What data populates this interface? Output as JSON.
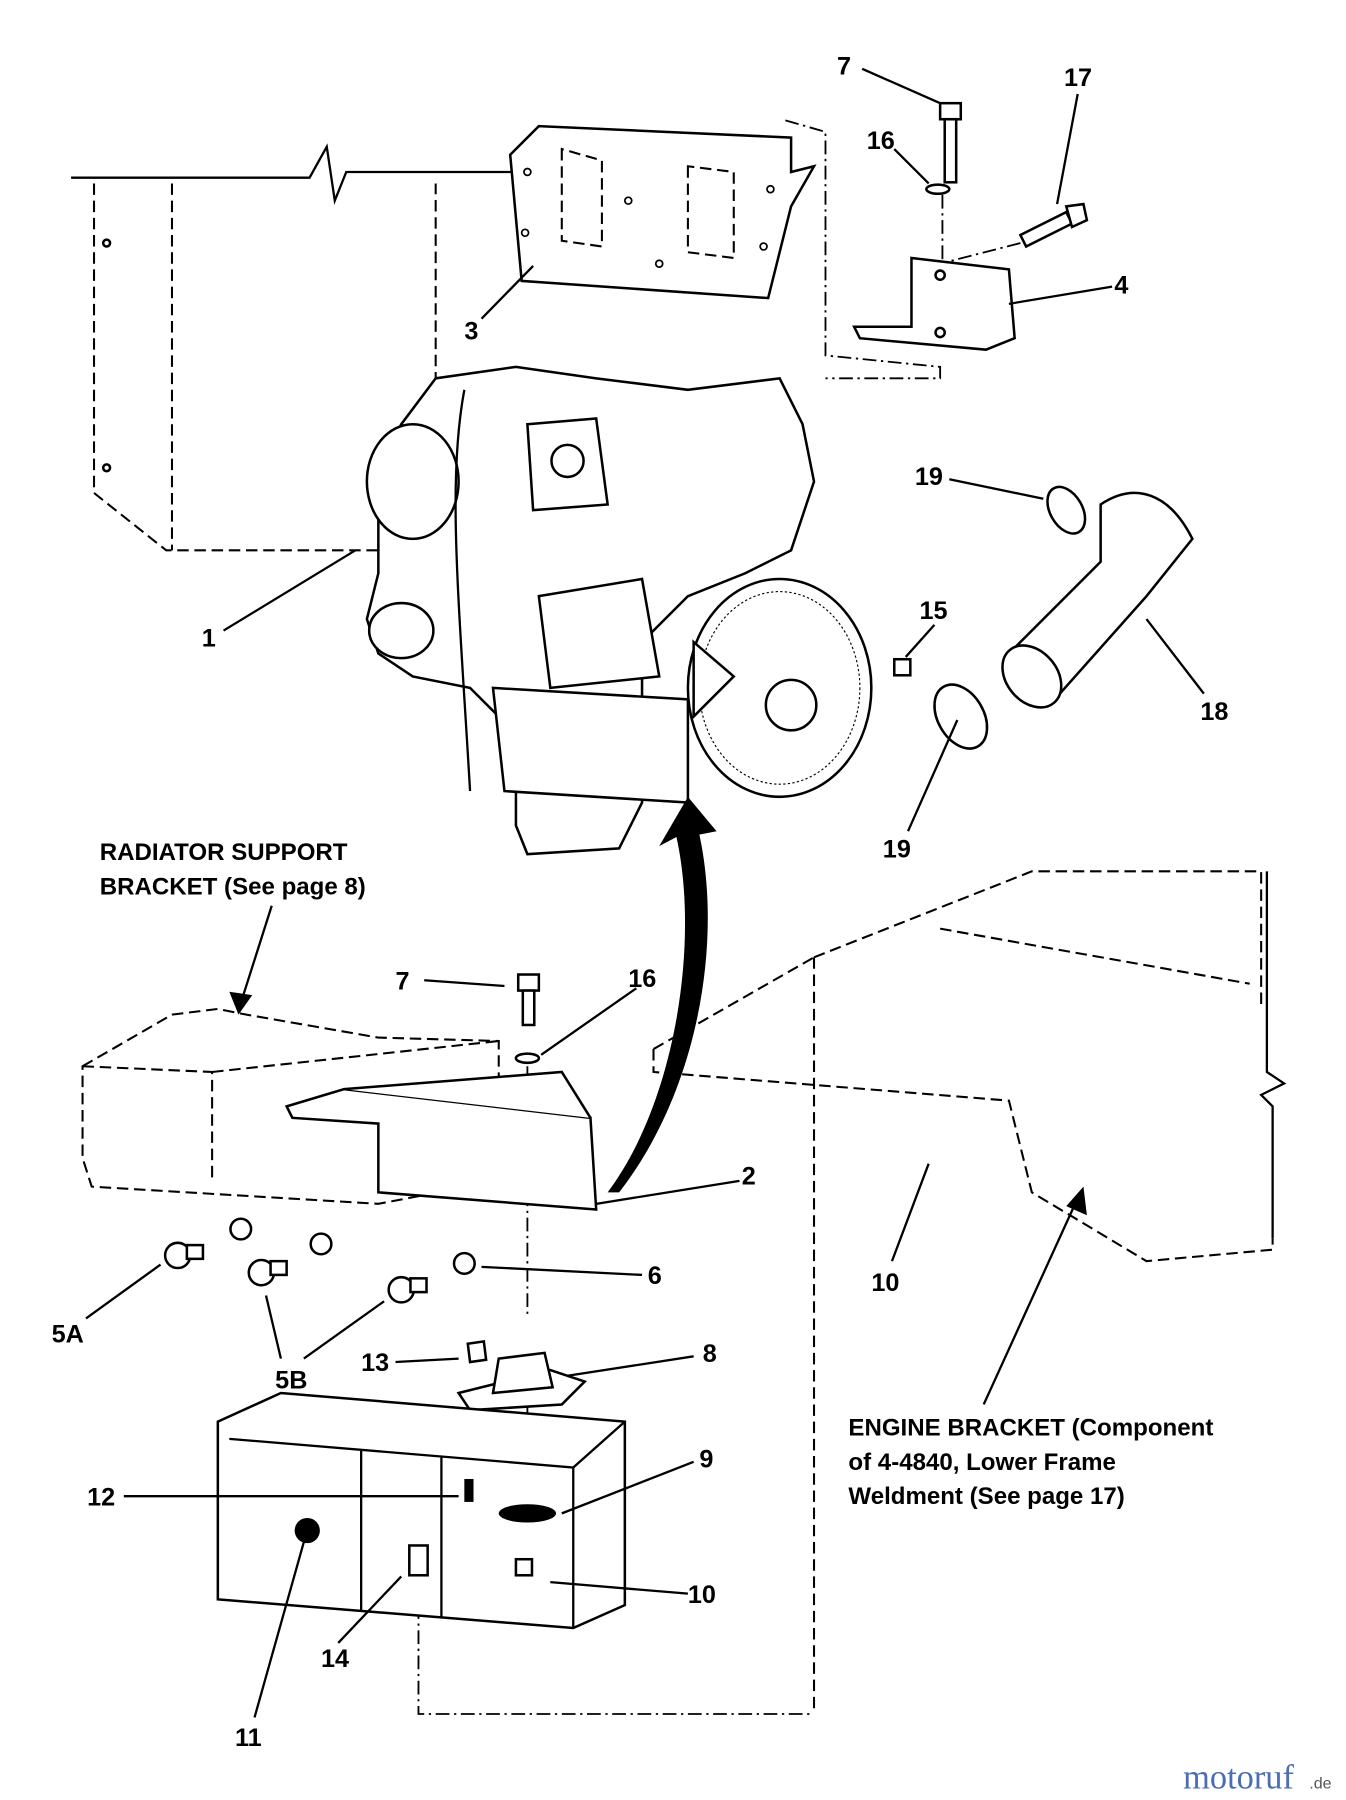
{
  "callouts": {
    "c7_top": "7",
    "c17": "17",
    "c16_top": "16",
    "c3": "3",
    "c4": "4",
    "c19_top": "19",
    "c1": "1",
    "c15": "15",
    "c18": "18",
    "c19_bottom": "19",
    "c7_mid": "7",
    "c16_mid": "16",
    "c2": "2",
    "c6": "6",
    "c5a": "5A",
    "c5b": "5B",
    "c13": "13",
    "c8": "8",
    "c9": "9",
    "c12": "12",
    "c10_right": "10",
    "c10_low": "10",
    "c14": "14",
    "c11": "11"
  },
  "notes": {
    "radiator_line1": "RADIATOR SUPPORT",
    "radiator_line2": "BRACKET (See page 8)",
    "engine_line1": "ENGINE BRACKET (Component",
    "engine_line2": "of 4-4840, Lower Frame",
    "engine_line3": "Weldment (See page 17)"
  },
  "watermark": {
    "brand": "motoruf",
    "suffix": ".de"
  }
}
